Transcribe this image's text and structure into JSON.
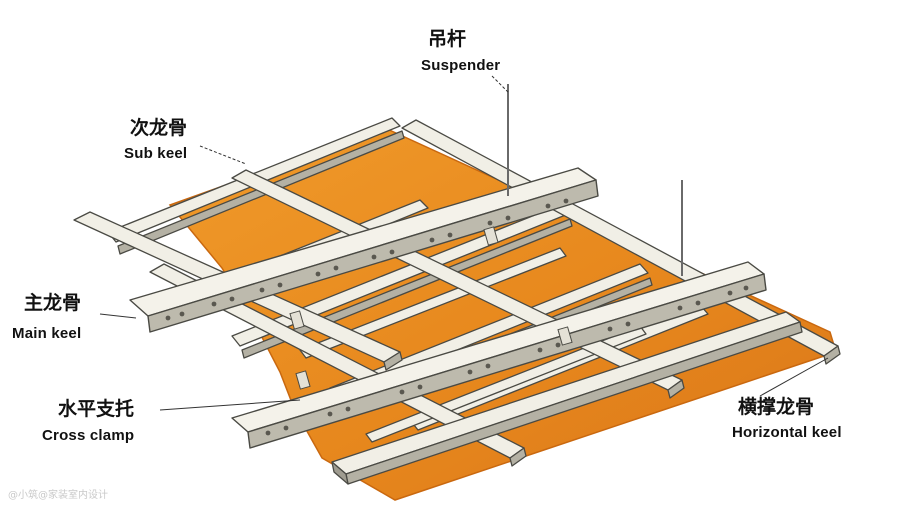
{
  "labels": {
    "suspender": {
      "cn": "吊杆",
      "en": "Suspender"
    },
    "sub_keel": {
      "cn": "次龙骨",
      "en": "Sub keel"
    },
    "main_keel": {
      "cn": "主龙骨",
      "en": "Main keel"
    },
    "cross_clamp": {
      "cn": "水平支托",
      "en": "Cross clamp"
    },
    "horizontal_keel": {
      "cn": "横撑龙骨",
      "en": "Horizontal keel"
    }
  },
  "watermark": "@小筑@家装室内设计",
  "colors": {
    "board": "#e8891f",
    "board_edge": "#c9680f",
    "steel": "#f1efe6",
    "steel_dark": "#b4b1a4",
    "outline": "#4a4a44",
    "rod": "#6a6a6a"
  }
}
